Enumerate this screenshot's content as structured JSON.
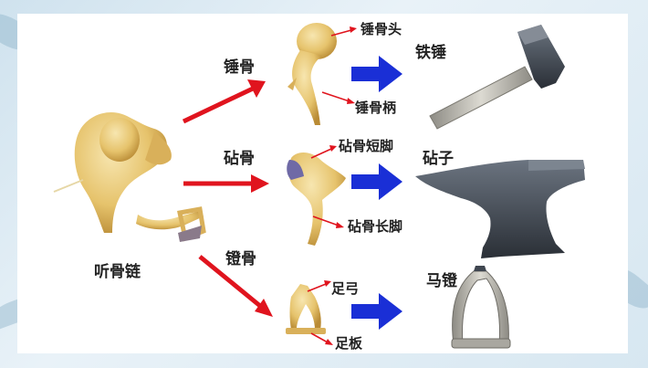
{
  "diagram": {
    "labels": {
      "ossicles": "听骨链",
      "malleus": "锤骨",
      "malleus_head": "锤骨头",
      "malleus_handle": "锤骨柄",
      "hammer": "铁锤",
      "incus": "砧骨",
      "incus_short": "砧骨短脚",
      "incus_long": "砧骨长脚",
      "anvil": "砧子",
      "stapes": "镫骨",
      "stapes_arch": "足弓",
      "stapes_footplate": "足板",
      "stirrup": "马镫"
    },
    "colors": {
      "bone": "#e6c36c",
      "bone_dark": "#c79a3c",
      "red_arrow": "#e0141e",
      "blue_arrow": "#1a2fd6",
      "iron": "#3f4650",
      "metal": "#b5b3ab"
    },
    "icons": [
      "ossicle-chain-image",
      "malleus-image",
      "incus-image",
      "stapes-image",
      "hammer-image",
      "anvil-image",
      "stirrup-image"
    ]
  }
}
